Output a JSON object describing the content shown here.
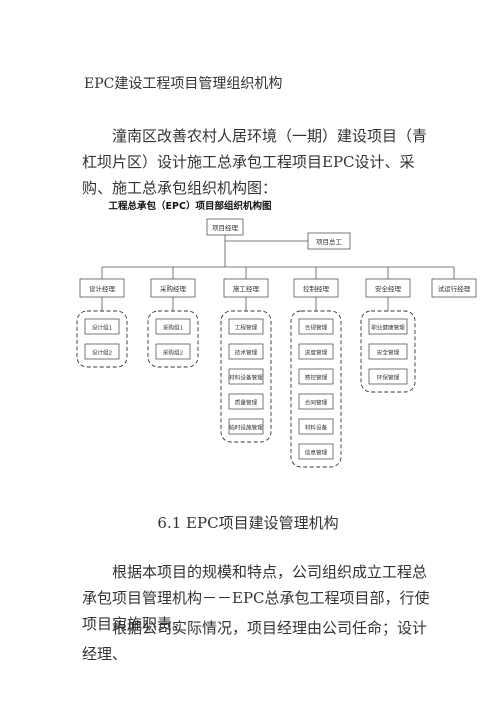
{
  "document": {
    "heading": "EPC建设工程项目管理组织机构",
    "intro": "潼南区改善农村人居环境（一期）建设项目（青杠坝片区）设计施工总承包工程项目EPC设计、采购、施工总承包组织机构图：",
    "section_title": "6.1 EPC项目建设管理机构",
    "para1": "根据本项目的规模和特点，公司组织成立工程总承包项目管理机构－－EPC总承包工程项目部，行使项目实施职责。",
    "para2": "根据公司实际情况，项目经理由公司任命；设计经理、"
  },
  "org_chart": {
    "title": "工程总承包（EPC）项目部组织机构图",
    "top": "项目经理",
    "side": "项目总工",
    "departments": [
      {
        "name": "设计经理",
        "teams": [
          "设计组1",
          "设计组2"
        ]
      },
      {
        "name": "采购经理",
        "teams": [
          "采购组1",
          "采购组2"
        ]
      },
      {
        "name": "施工经理",
        "teams": [
          "工程管理",
          "技术管理",
          "材料设备管理",
          "质量管理",
          "临时设施管理"
        ]
      },
      {
        "name": "控制经理",
        "teams": [
          "合规管理",
          "进度管理",
          "费控管理",
          "合同管理",
          "材料设备",
          "信息管理"
        ]
      },
      {
        "name": "安全经理",
        "teams": [
          "职业健康管理",
          "安全管理",
          "环保管理"
        ]
      },
      {
        "name": "试运行经理",
        "teams": []
      }
    ]
  }
}
